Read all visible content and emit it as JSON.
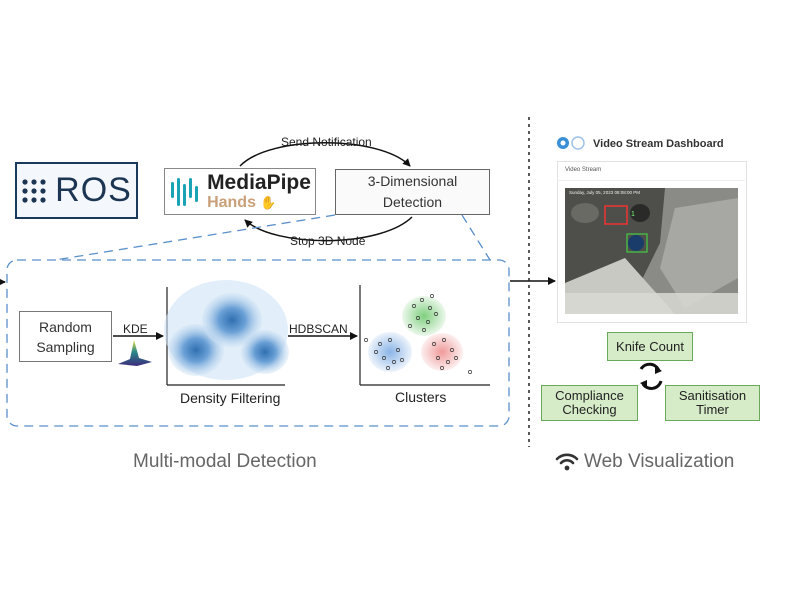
{
  "ros": {
    "label": "ROS"
  },
  "mediapipe": {
    "title": "MediaPipe",
    "subtitle": "Hands"
  },
  "detection_3d": {
    "line1": "3-Dimensional",
    "line2": "Detection"
  },
  "arrows": {
    "send_notification": "Send Notification",
    "stop_3d_node": "Stop 3D Node",
    "kde": "KDE",
    "hdbscan": "HDBSCAN"
  },
  "random_sampling": {
    "line1": "Random",
    "line2": "Sampling"
  },
  "captions": {
    "density_filtering": "Density Filtering",
    "clusters": "Clusters"
  },
  "section_labels": {
    "multimodal": "Multi-modal Detection",
    "web": "Web Visualization"
  },
  "dashboard": {
    "title": "Video Stream Dashboard",
    "video_label": "Video Stream",
    "timestamp": "Sunday, July 05, 2023 08:08:00 PM",
    "box_label": "1"
  },
  "status_boxes": {
    "knife_count": "Knife Count",
    "compliance": {
      "line1": "Compliance",
      "line2": "Checking"
    },
    "sanitisation": {
      "line1": "Sanitisation",
      "line2": "Timer"
    }
  },
  "colors": {
    "ros_navy": "#1c3552",
    "dashed_blue": "#5b8fc9",
    "density_blue": "#2f6fb0",
    "cluster_green": "#7fcf7f",
    "cluster_blue": "#8ab4e6",
    "cluster_red": "#f09a9a",
    "status_green": "#d6ecc8",
    "status_border": "#6aa85a",
    "mp_teal": "#1aa3b4",
    "hands_tan": "#c9a07a"
  },
  "icons": [
    "ros-dots-icon",
    "mediapipe-bars-icon",
    "hand-icon",
    "kde-surface-icon",
    "wifi-icon",
    "refresh-cycle-icon"
  ]
}
